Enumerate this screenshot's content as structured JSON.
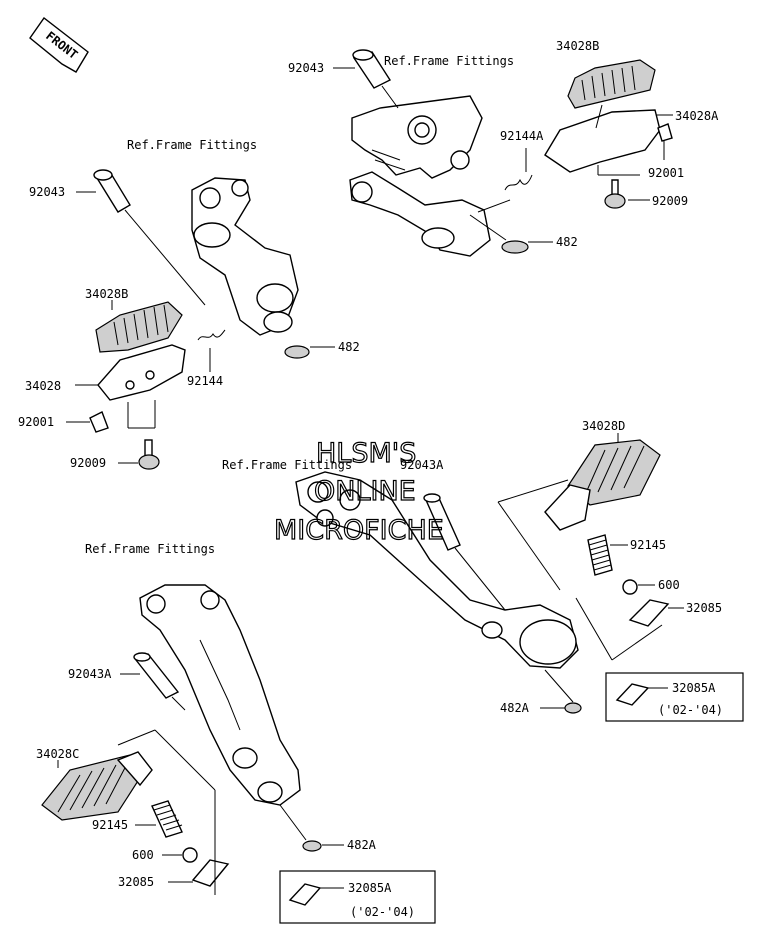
{
  "front_label": "FRONT",
  "watermark": [
    "HLSM'S",
    "ONLINE",
    "MICROFICHE"
  ],
  "ref_labels": {
    "top_center": "Ref.Frame Fittings",
    "top_left": "Ref.Frame Fittings",
    "middle": "Ref.Frame Fittings",
    "lower_left": "Ref.Frame Fittings"
  },
  "parts": {
    "p92043_top": "92043",
    "p34028B_top": "34028B",
    "p34028A": "34028A",
    "p92144A": "92144A",
    "p92001_top": "92001",
    "p92009_top": "92009",
    "p482_top": "482",
    "p92043_left": "92043",
    "p34028B_left": "34028B",
    "p482_left": "482",
    "p34028": "34028",
    "p92144": "92144",
    "p92001_left": "92001",
    "p92009_left": "92009",
    "p34028D": "34028D",
    "p92043A_mid": "92043A",
    "p92145_right": "92145",
    "p600_right": "600",
    "p32085_right": "32085",
    "p32085A_right": "32085A",
    "p32085A_right_years": "('02-'04)",
    "p482A_mid": "482A",
    "p92043A_left": "92043A",
    "p34028C": "34028C",
    "p92145_left": "92145",
    "p600_left": "600",
    "p32085_left": "32085",
    "p482A_left": "482A",
    "p32085A_left": "32085A",
    "p32085A_left_years": "('02-'04)"
  }
}
